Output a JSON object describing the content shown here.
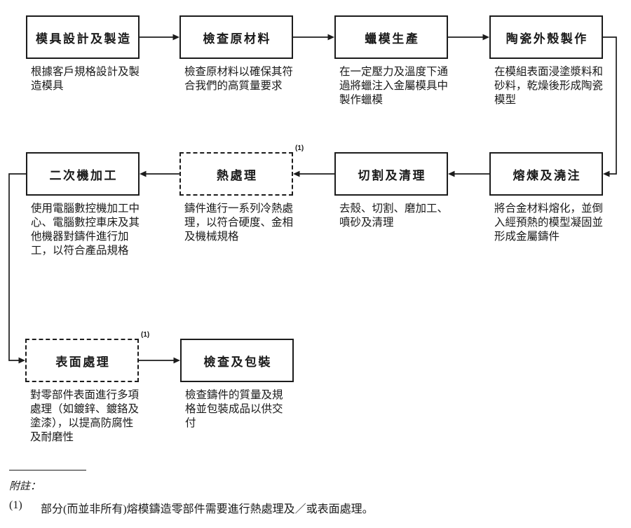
{
  "steps": [
    {
      "id": "mold-design",
      "label": "模具設計及製造",
      "desc": "根據客戶規格設計及製造模具",
      "style": "solid"
    },
    {
      "id": "raw-material-inspection",
      "label": "檢查原材料",
      "desc": "檢查原材料以確保其符合我們的高質量要求",
      "style": "solid"
    },
    {
      "id": "wax-pattern-production",
      "label": "蠟模生產",
      "desc": "在一定壓力及溫度下通過將蠟注入金屬模具中製作蠟模",
      "style": "solid"
    },
    {
      "id": "ceramic-shell-making",
      "label": "陶瓷外殼製作",
      "desc": "在模組表面浸塗漿料和砂料，乾燥後形成陶瓷模型",
      "style": "solid"
    },
    {
      "id": "melting-pouring",
      "label": "熔煉及澆注",
      "desc": "將合金材料熔化，並倒入經預熱的模型凝固並形成金屬鑄件",
      "style": "solid"
    },
    {
      "id": "cutting-cleaning",
      "label": "切割及清理",
      "desc": "去殼、切割、磨加工、噴砂及清理",
      "style": "solid"
    },
    {
      "id": "heat-treatment",
      "label": "熱處理",
      "desc": "鑄件進行一系列冷熱處理，以符合硬度、金相及機械規格",
      "style": "dashed",
      "note_ref": "(1)"
    },
    {
      "id": "secondary-machining",
      "label": "二次機加工",
      "desc": "使用電腦數控機加工中心、電腦數控車床及其他機器對鑄件進行加工，以符合產品規格",
      "style": "solid"
    },
    {
      "id": "surface-treatment",
      "label": "表面處理",
      "desc": "對零部件表面進行多項處理（如鍍鋅、鍍鉻及塗漆），以提高防腐性及耐磨性",
      "style": "dashed",
      "note_ref": "(1)"
    },
    {
      "id": "inspection-packaging",
      "label": "檢查及包裝",
      "desc": "檢查鑄件的質量及規格並包裝成品以供交付",
      "style": "solid"
    }
  ],
  "footnote": {
    "label": "附註：",
    "items": [
      {
        "marker": "(1)",
        "text": "部分(而並非所有)熔模鑄造零部件需要進行熱處理及／或表面處理。"
      }
    ]
  },
  "colors": {
    "line": "#1c1c1c",
    "text": "#1a1a1a",
    "background": "#ffffff"
  }
}
